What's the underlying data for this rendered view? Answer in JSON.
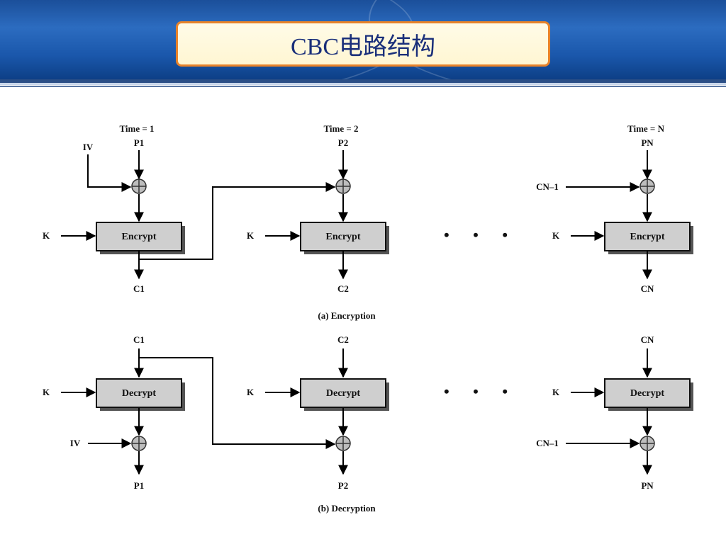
{
  "slide": {
    "title": "CBC电路结构"
  },
  "diagram": {
    "enc_times": [
      "Time = 1",
      "Time = 2",
      "Time = N"
    ],
    "enc_inputs": [
      "P1",
      "P2",
      "PN"
    ],
    "enc_outputs": [
      "C1",
      "C2",
      "CN"
    ],
    "enc_feed_left": [
      "IV",
      "CN–1"
    ],
    "key_label": "K",
    "encrypt_label": "Encrypt",
    "decrypt_label": "Decrypt",
    "enc_caption": "(a) Encryption",
    "dec_inputs": [
      "C1",
      "C2",
      "CN"
    ],
    "dec_outputs": [
      "P1",
      "P2",
      "PN"
    ],
    "dec_feed_left": [
      "IV",
      "CN–1"
    ],
    "dec_caption": "(b) Decryption",
    "ellipsis": "• • •"
  }
}
